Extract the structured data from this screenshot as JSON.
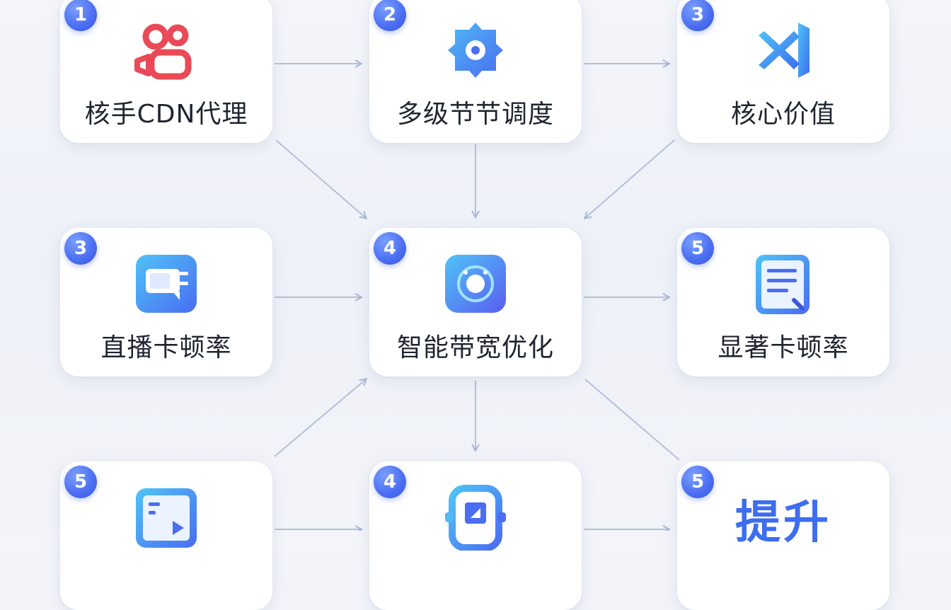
{
  "nodes": [
    {
      "badge": "1",
      "label": "核手CDN代理",
      "icon": "kuaishou-camera-icon"
    },
    {
      "badge": "2",
      "label": "多级节节调度",
      "icon": "gear-box-icon"
    },
    {
      "badge": "3",
      "label": "核心价值",
      "icon": "vscode-logo-icon"
    },
    {
      "badge": "3",
      "label": "直播卡顿率",
      "icon": "chat-card-icon"
    },
    {
      "badge": "4",
      "label": "智能带宽优化",
      "icon": "ring-button-icon"
    },
    {
      "badge": "5",
      "label": "显著卡顿率",
      "icon": "document-list-icon"
    },
    {
      "badge": "5",
      "label": "",
      "icon": "video-play-icon"
    },
    {
      "badge": "4",
      "label": "",
      "icon": "frame-box-icon"
    },
    {
      "badge": "5",
      "label": "提升",
      "icon": ""
    }
  ],
  "colors": {
    "accent": "#4a6df2",
    "kuaishou_red": "#ea4a57",
    "arrow": "#a9b6d3",
    "text": "#1f2430"
  }
}
